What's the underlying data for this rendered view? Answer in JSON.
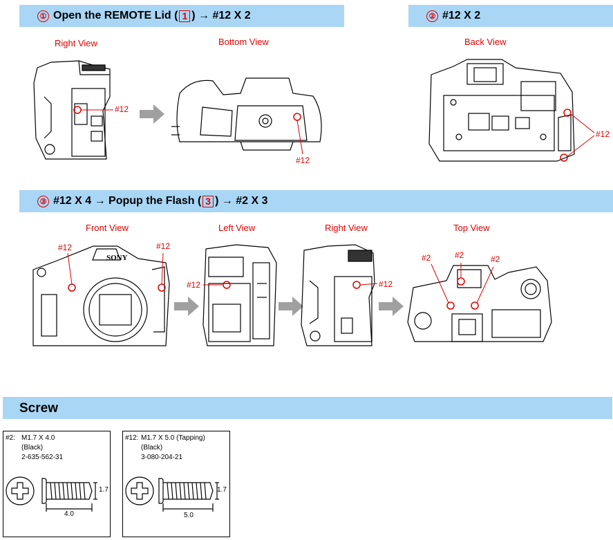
{
  "steps": [
    {
      "num": "①",
      "text_before": "Open the REMOTE Lid (",
      "box": "1",
      "text_after": ") → #12 X 2"
    },
    {
      "num": "②",
      "text_before": "#12 X 2",
      "box": "",
      "text_after": ""
    },
    {
      "num": "③",
      "text_before": "#12 X 4 → Popup the Flash (",
      "box": "3",
      "text_after": ") → #2 X 3"
    }
  ],
  "views": {
    "right_view_1": "Right View",
    "bottom_view": "Bottom View",
    "back_view": "Back View",
    "front_view": "Front View",
    "left_view": "Left View",
    "right_view_2": "Right View",
    "top_view": "Top View"
  },
  "callouts": {
    "s12": "#12",
    "s2": "#2"
  },
  "screw_section": {
    "title": "Screw",
    "specs": [
      {
        "code": "#2:",
        "name": "M1.7 X 4.0",
        "color": "(Black)",
        "part": "2-635-562-31",
        "length": "4.0",
        "dia": "1.7"
      },
      {
        "code": "#12:",
        "name": "M1.7 X 5.0 (Tapping)",
        "color": "(Black)",
        "part": "3-080-204-21",
        "length": "5.0",
        "dia": "1.7"
      }
    ]
  },
  "colors": {
    "accent_red": "#e00000",
    "bar_blue": "#a9d6f5",
    "arrow_gray": "#a0a0a0"
  }
}
